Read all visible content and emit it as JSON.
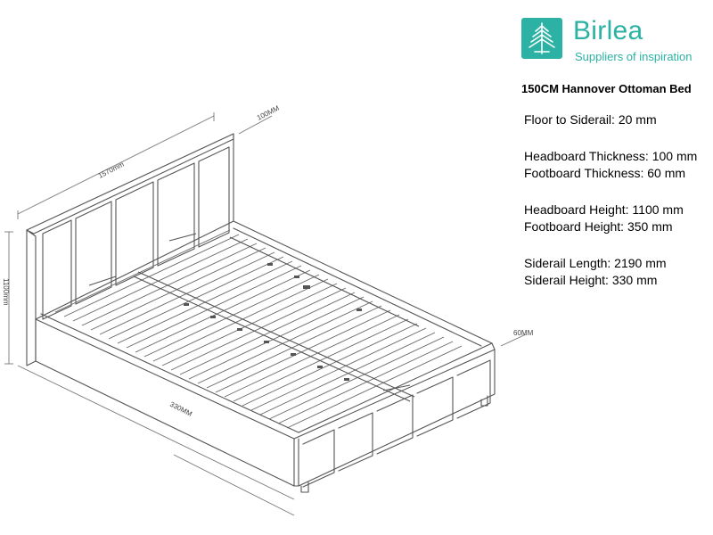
{
  "brand": {
    "name": "Birlea",
    "tagline": "Suppliers of inspiration",
    "color": "#2bb2a4",
    "icon": "tree-logo-icon"
  },
  "product": {
    "title": "150CM Hannover Ottoman Bed"
  },
  "specs": {
    "floor_to_siderail": "Floor to Siderail: 20 mm",
    "headboard_thickness": "Headboard Thickness: 100 mm",
    "footboard_thickness": "Footboard Thickness: 60 mm",
    "headboard_height": "Headboard Height: 1100 mm",
    "footboard_height": "Footboard Height: 350 mm",
    "siderail_length": "Siderail Length: 2190 mm",
    "siderail_height": "Siderail Height: 330 mm"
  },
  "drawing_labels": {
    "width": "1570mm",
    "headboard_depth": "100MM",
    "headboard_height": "1100mm",
    "footboard_depth": "60MM",
    "siderail_height": "330MM"
  }
}
